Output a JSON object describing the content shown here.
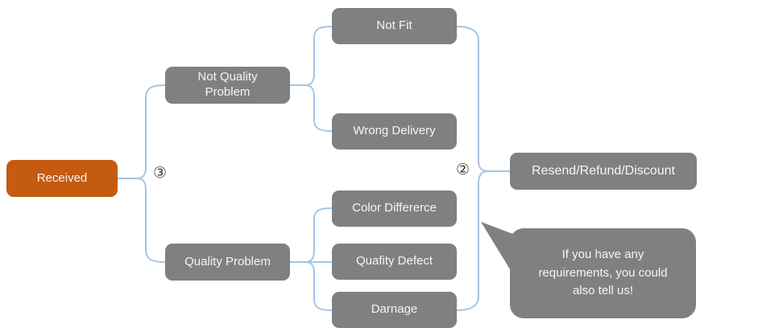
{
  "diagram": {
    "root": {
      "label": "Received"
    },
    "branches": {
      "not_quality_problem": {
        "label": "Not Quality Problem"
      },
      "quality_problem": {
        "label": "Quality Problem"
      }
    },
    "reasons": {
      "not_fit": {
        "label": "Not Fit"
      },
      "wrong_delivery": {
        "label": "Wrong Delivery"
      },
      "color_differerce": {
        "label": "Color Differerce"
      },
      "quafity_defect": {
        "label": "Quafity Defect"
      },
      "darnage": {
        "label": "Darnage"
      }
    },
    "outcome": {
      "label": "Resend/Refund/Discount"
    },
    "markers": {
      "left_brace": "③",
      "right_brace": "②"
    },
    "callout": {
      "text": "If you have any requirements, you could also tell us!"
    },
    "colors": {
      "root_fill": "#C55A11",
      "node_fill": "#808080",
      "connector": "#A6C4E4",
      "node_text": "#F5F5F5",
      "marker_text": "#3B3B3B",
      "background": "#FFFFFF"
    }
  }
}
